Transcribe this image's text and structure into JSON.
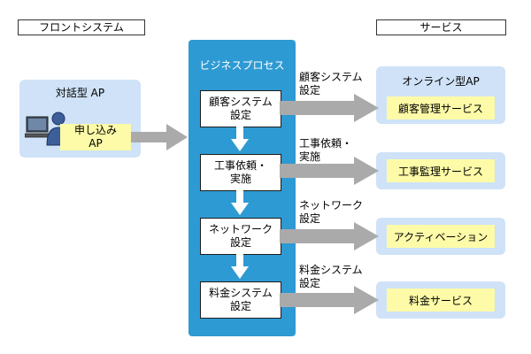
{
  "front_system": {
    "header": "フロントシステム",
    "app_title": "対話型 AP",
    "apply_ap": "申し込み\nAP"
  },
  "services": {
    "header": "サービス",
    "online_title": "オンライン型AP",
    "items": [
      "顧客管理サービス",
      "工事監理サービス",
      "アクティベーション",
      "料金サービス"
    ]
  },
  "business_process": {
    "title": "ビジネスプロセス",
    "steps": [
      "顧客システム\n設定",
      "工事依頼・\n実施",
      "ネットワーク\n設定",
      "料金システム\n設定"
    ]
  },
  "arrow_labels": [
    "顧客システム\n設定",
    "工事依頼・\n実施",
    "ネットワーク\n設定",
    "料金システム\n設定"
  ],
  "colors": {
    "light_panel": "#cfe2f7",
    "business_panel": "#2e9ad3",
    "service_box": "#fdfba8",
    "arrow": "#aaaaaa"
  }
}
